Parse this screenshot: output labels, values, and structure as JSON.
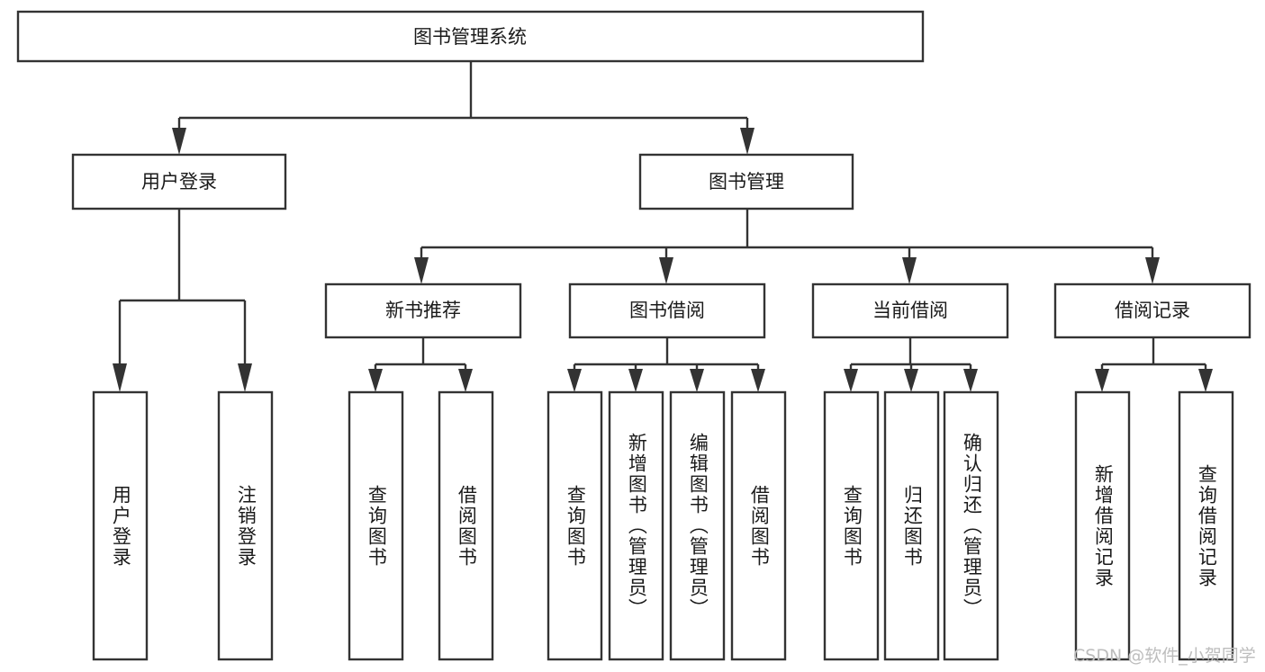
{
  "diagram": {
    "type": "tree-hierarchy-diagram",
    "title": "图书管理系统",
    "root": {
      "id": "root",
      "label": "图书管理系统",
      "orientation": "horizontal"
    },
    "level2": [
      {
        "id": "user-login",
        "label": "用户登录",
        "orientation": "horizontal"
      },
      {
        "id": "book-management",
        "label": "图书管理",
        "orientation": "horizontal"
      }
    ],
    "level3": [
      {
        "id": "new-book-recommend",
        "label": "新书推荐",
        "parent": "book-management",
        "orientation": "horizontal"
      },
      {
        "id": "book-borrow",
        "label": "图书借阅",
        "parent": "book-management",
        "orientation": "horizontal"
      },
      {
        "id": "current-borrow",
        "label": "当前借阅",
        "parent": "book-management",
        "orientation": "horizontal"
      },
      {
        "id": "borrow-record",
        "label": "借阅记录",
        "parent": "book-management",
        "orientation": "horizontal"
      }
    ],
    "leaves": [
      {
        "id": "leaf-user-login",
        "label": "用户登录",
        "parent": "user-login",
        "orientation": "vertical"
      },
      {
        "id": "leaf-logout-login",
        "label": "注销登录",
        "parent": "user-login",
        "orientation": "vertical"
      },
      {
        "id": "leaf-query-book-1",
        "label": "查询图书",
        "parent": "new-book-recommend",
        "orientation": "vertical"
      },
      {
        "id": "leaf-borrow-book-1",
        "label": "借阅图书",
        "parent": "new-book-recommend",
        "orientation": "vertical"
      },
      {
        "id": "leaf-query-book-2",
        "label": "查询图书",
        "parent": "book-borrow",
        "orientation": "vertical"
      },
      {
        "id": "leaf-add-book-admin",
        "label": "新增图书（管理员）",
        "parent": "book-borrow",
        "orientation": "vertical"
      },
      {
        "id": "leaf-edit-book-admin",
        "label": "编辑图书（管理员）",
        "parent": "book-borrow",
        "orientation": "vertical"
      },
      {
        "id": "leaf-borrow-book-2",
        "label": "借阅图书",
        "parent": "book-borrow",
        "orientation": "vertical"
      },
      {
        "id": "leaf-query-book-3",
        "label": "查询图书",
        "parent": "current-borrow",
        "orientation": "vertical"
      },
      {
        "id": "leaf-return-book",
        "label": "归还图书",
        "parent": "current-borrow",
        "orientation": "vertical"
      },
      {
        "id": "leaf-confirm-return-admin",
        "label": "确认归还（管理员）",
        "parent": "current-borrow",
        "orientation": "vertical"
      },
      {
        "id": "leaf-add-borrow-record",
        "label": "新增借阅记录",
        "parent": "borrow-record",
        "orientation": "vertical"
      },
      {
        "id": "leaf-query-borrow-record",
        "label": "查询借阅记录",
        "parent": "borrow-record",
        "orientation": "vertical"
      }
    ]
  },
  "watermark": {
    "text": "CSDN @软件_小贺同学"
  },
  "colors": {
    "stroke": "#333333",
    "box_fill": "#ffffff",
    "text": "#1a1a1a",
    "background": "#ffffff",
    "watermark": "#bdbdbd"
  }
}
